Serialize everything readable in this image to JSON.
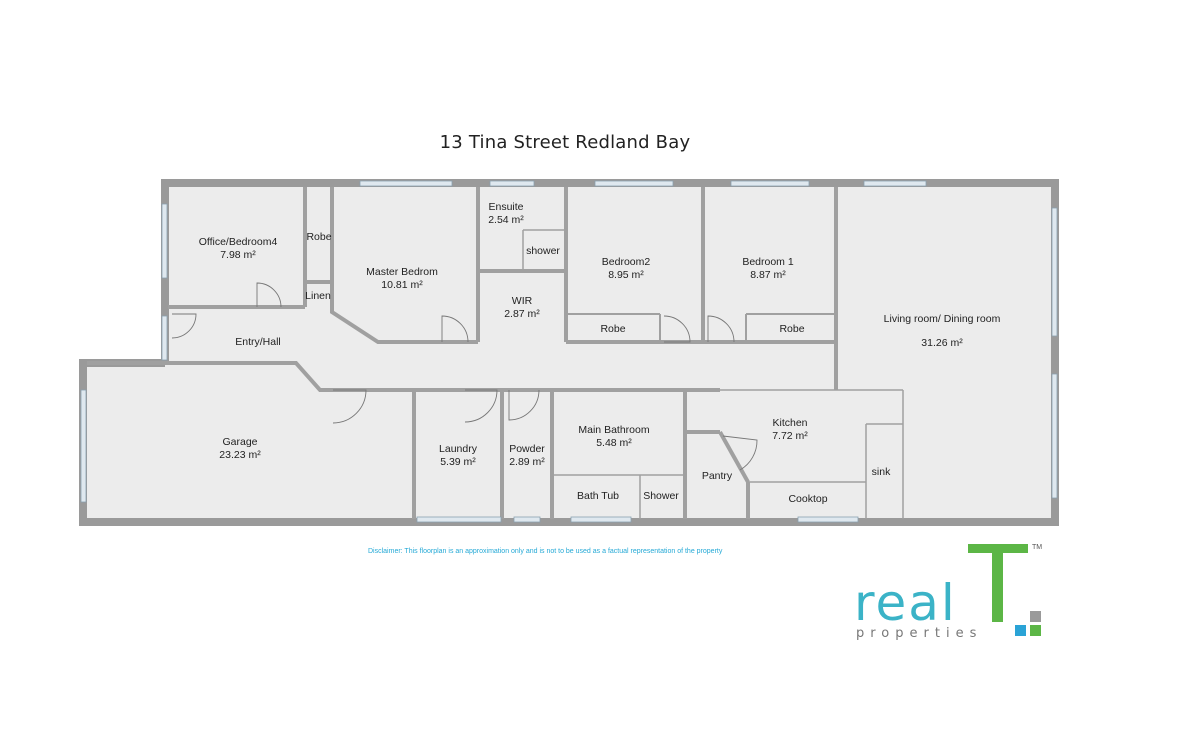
{
  "title": "13 Tina Street Redland Bay",
  "rooms": [
    {
      "key": "office",
      "name": "Office/Bedroom4",
      "area": "7.98 m²"
    },
    {
      "key": "robe_office",
      "name": "Robe",
      "area": ""
    },
    {
      "key": "linen",
      "name": "Linen",
      "area": ""
    },
    {
      "key": "master",
      "name": "Master Bedrom",
      "area": "10.81 m²"
    },
    {
      "key": "ensuite",
      "name": "Ensuite",
      "area": "2.54 m²"
    },
    {
      "key": "shower_ensuite",
      "name": "shower",
      "area": ""
    },
    {
      "key": "wir",
      "name": "WIR",
      "area": "2.87 m²"
    },
    {
      "key": "bedroom2",
      "name": "Bedroom2",
      "area": "8.95 m²"
    },
    {
      "key": "robe_b2",
      "name": "Robe",
      "area": ""
    },
    {
      "key": "bedroom1",
      "name": "Bedroom 1",
      "area": "8.87 m²"
    },
    {
      "key": "robe_b1",
      "name": "Robe",
      "area": ""
    },
    {
      "key": "living",
      "name": "Living room/ Dining room",
      "area": "31.26 m²"
    },
    {
      "key": "entry",
      "name": "Entry/Hall",
      "area": ""
    },
    {
      "key": "garage",
      "name": "Garage",
      "area": "23.23 m²"
    },
    {
      "key": "laundry",
      "name": "Laundry",
      "area": "5.39 m²"
    },
    {
      "key": "powder",
      "name": "Powder",
      "area": "2.89 m²"
    },
    {
      "key": "bathroom",
      "name": "Main Bathroom",
      "area": "5.48 m²"
    },
    {
      "key": "bathtub",
      "name": "Bath Tub",
      "area": ""
    },
    {
      "key": "shower_bath",
      "name": "Shower",
      "area": ""
    },
    {
      "key": "kitchen",
      "name": "Kitchen",
      "area": "7.72 m²"
    },
    {
      "key": "pantry",
      "name": "Pantry",
      "area": ""
    },
    {
      "key": "cooktop",
      "name": "Cooktop",
      "area": ""
    },
    {
      "key": "sink",
      "name": "sink",
      "area": ""
    }
  ],
  "disclaimer": "Disclaimer: This floorplan is an approximation only and is not to be used as a factual representation of the property",
  "logo": {
    "word": "real",
    "letter": "T",
    "tagline": "properties",
    "trademark": "TM",
    "colors": {
      "teal": "#3bb3c7",
      "green": "#5cb646",
      "grey": "#9a9a9a",
      "blue": "#2aa3d6"
    }
  }
}
